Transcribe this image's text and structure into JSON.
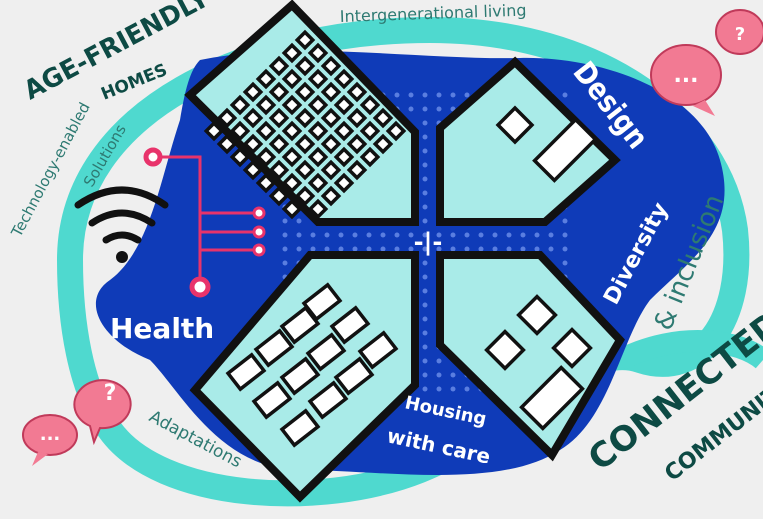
{
  "labels": {
    "age_friendly": "AGE-FRIENDLY",
    "homes": "HOMES",
    "intergenerational": "Intergenerational living",
    "technology": "Technology-enabled",
    "solutions": "Solutions",
    "design": "Design",
    "diversity": "Diversity",
    "inclusion": "& inclusion",
    "health": "Health",
    "adaptations": "Adaptations",
    "housing": "Housing",
    "with_care": "with care",
    "connected": "CONNECTED",
    "communities": "COMMUNITIES",
    "center_mark": "-|-"
  },
  "bubbles": {
    "question": "?",
    "ellipsis": "..."
  },
  "colors": {
    "background": "#efefef",
    "ring": "#4fd9cf",
    "blob": "#0f3bb8",
    "house_fill": "#a9ebe8",
    "outline": "#111111",
    "circuit": "#e8336b",
    "bubble": "#f27a93",
    "text_dark": "#0d4a44"
  }
}
